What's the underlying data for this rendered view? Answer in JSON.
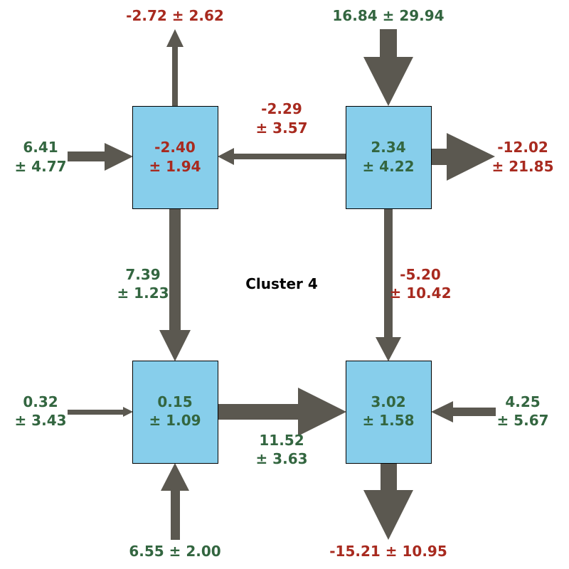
{
  "colors": {
    "positive_text": "#336640",
    "negative_text": "#a82a1f",
    "box_fill": "#87ceeb",
    "arrow_fill": "#5b5850"
  },
  "title": "Cluster 4",
  "boxes": {
    "top_left": {
      "value": "-2.40",
      "err": "± 1.94",
      "sign": "neg"
    },
    "top_right": {
      "value": "2.34",
      "err": "± 4.22",
      "sign": "pos"
    },
    "bottom_left": {
      "value": "0.15",
      "err": "± 1.09",
      "sign": "pos"
    },
    "bottom_right": {
      "value": "3.02",
      "err": "± 1.58",
      "sign": "pos"
    }
  },
  "flows": {
    "top_left_out_up": {
      "text": "-2.72 ± 2.62"
    },
    "top_right_in_down": {
      "text": "16.84 ± 29.94"
    },
    "top_left_in_left": {
      "line1": "6.41",
      "line2": "± 4.77"
    },
    "top_right_to_top_left": {
      "line1": "-2.29",
      "line2": "± 3.57"
    },
    "top_right_out_right": {
      "line1": "-12.02",
      "line2": "± 21.85"
    },
    "top_left_to_bottom_left": {
      "line1": "7.39",
      "line2": "± 1.23"
    },
    "top_right_to_bottom_right": {
      "line1": "-5.20",
      "line2": "± 10.42"
    },
    "bottom_left_in_left": {
      "line1": "0.32",
      "line2": "± 3.43"
    },
    "bottom_left_to_bottom_right": {
      "line1": "11.52",
      "line2": "± 3.63"
    },
    "bottom_right_in_right": {
      "line1": "4.25",
      "line2": "± 5.67"
    },
    "bottom_left_in_up": {
      "text": "6.55 ± 2.00"
    },
    "bottom_right_out_down": {
      "text": "-15.21 ± 10.95"
    }
  }
}
